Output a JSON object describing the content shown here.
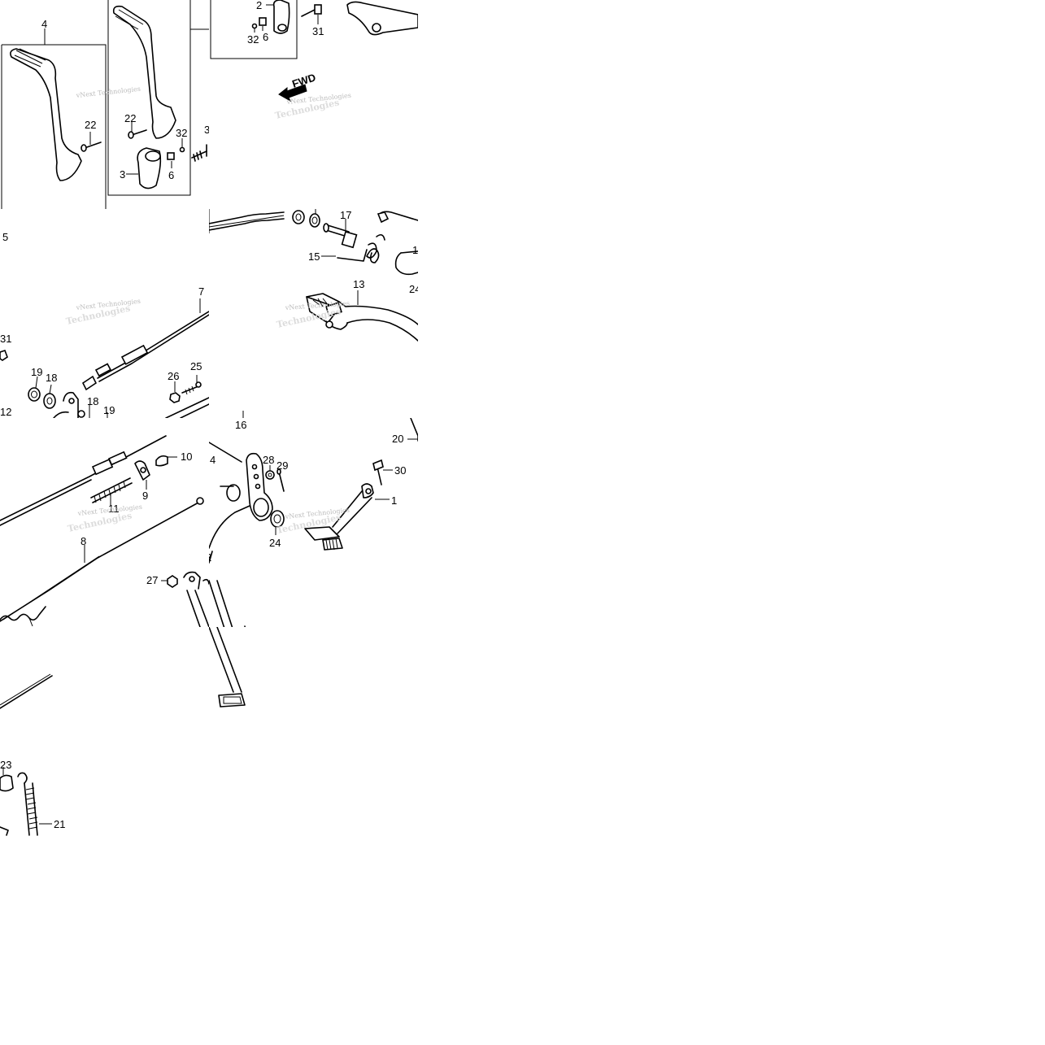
{
  "watermark": {
    "line1": "vNext Technologies",
    "line2": "Technologies"
  },
  "fwd_label": "FWD",
  "callouts": {
    "c1": "1",
    "c2": "2",
    "c3": "3",
    "c4": "4",
    "c5": "5",
    "c6": "6",
    "c7": "7",
    "c8": "8",
    "c9": "9",
    "c10": "10",
    "c11": "11",
    "c12": "12",
    "c13": "13",
    "c15": "15",
    "c16": "16",
    "c17": "17",
    "c18": "18",
    "c19": "19",
    "c20": "20",
    "c21": "21",
    "c22": "22",
    "c23": "23",
    "c24": "24",
    "c25": "25",
    "c26": "26",
    "c27": "27",
    "c28": "28",
    "c29": "29",
    "c30": "30",
    "c31": "31",
    "c32": "32"
  },
  "colors": {
    "ink": "#000000",
    "watermark": "#bdbdbd",
    "background": "#ffffff"
  }
}
